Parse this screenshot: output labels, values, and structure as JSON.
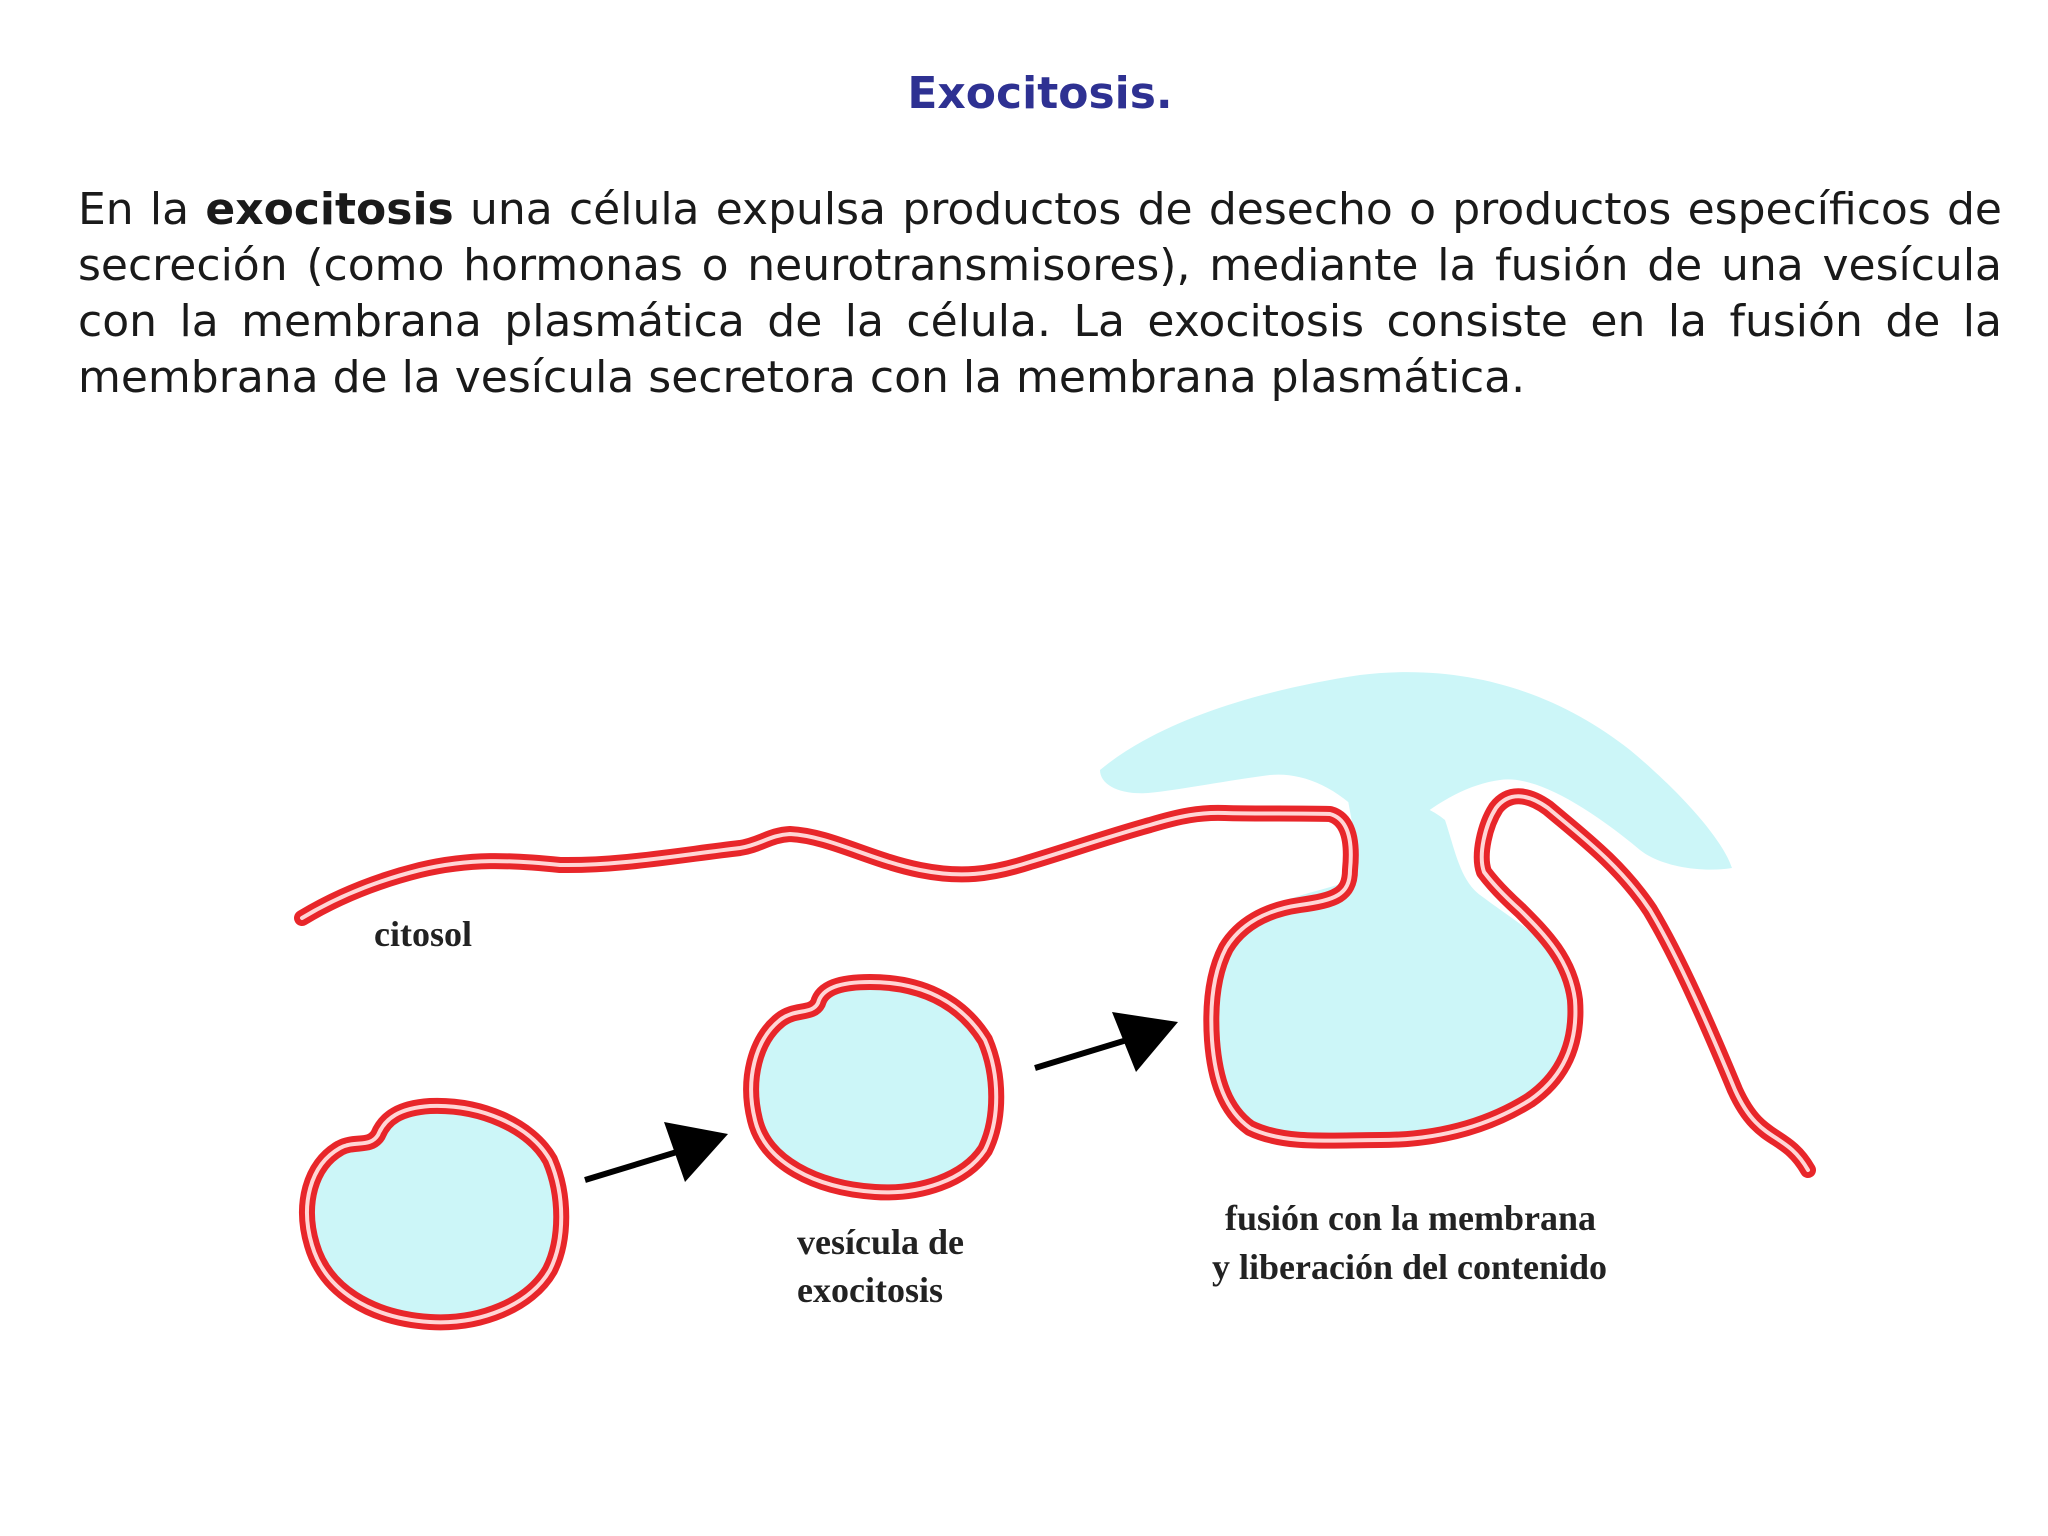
{
  "title": "Exocitosis.",
  "paragraph": {
    "prefix": "En la ",
    "bold_term": "exocitosis",
    "rest": " una célula expulsa productos de desecho o productos específicos de secreción (como hormonas o neurotransmisores), mediante la fusión de una vesícula con la membrana plasmática de la célula. La exocitosis consiste en la fusión de la membrana de la vesícula secretora con la membrana plasmática."
  },
  "diagram": {
    "labels": {
      "cytosol": "citosol",
      "vesicle_line1": "vesícula de",
      "vesicle_line2": "exocitosis",
      "fusion_line1": "fusión con la membrana",
      "fusion_line2": "y liberación del contenido"
    },
    "colors": {
      "membrane": "#e8262a",
      "membrane_highlight": "#ffd6d6",
      "vesicle_fill": "#ccf6f8",
      "arrow": "#000000",
      "title": "#2e3192"
    }
  }
}
